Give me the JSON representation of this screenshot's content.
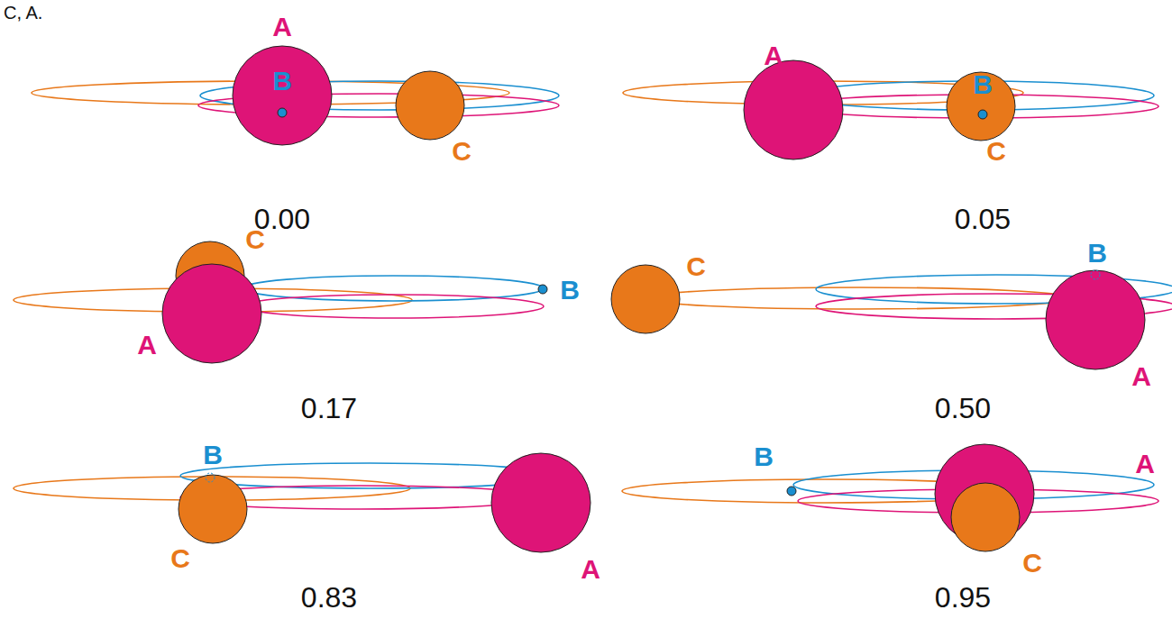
{
  "diagram": {
    "labels": [
      "C, A.",
      "A",
      "B",
      "C",
      "0.00",
      "A",
      "B",
      "C",
      "0.05",
      "C",
      "B",
      "A",
      "0.17",
      "C",
      "B",
      "A",
      "0.50",
      "B",
      "C",
      "A",
      "0.83",
      "B",
      "A",
      "C",
      "0.95"
    ]
  }
}
